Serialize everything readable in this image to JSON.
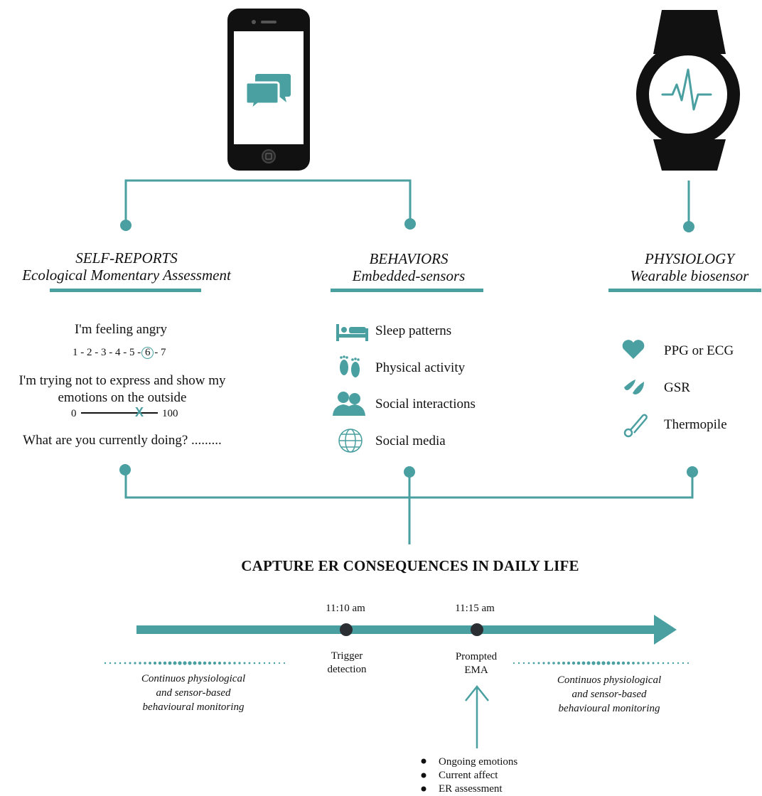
{
  "colors": {
    "teal": "#4a9fa0",
    "dark": "#111111",
    "screen": "#ffffff"
  },
  "devices": {
    "phone_icon": "chat-bubbles-icon",
    "watch_icon": "heartbeat-icon"
  },
  "columns": {
    "self_reports": {
      "title": "SELF-REPORTS",
      "subtitle": "Ecological Momentary Assessment",
      "q1": "I'm feeling angry",
      "scale": [
        "1 - 2 - 3 - 4 - 5 -",
        "6",
        "- 7"
      ],
      "q2_line1": "I'm trying not to express and show my",
      "q2_line2": "emotions on the outside",
      "slider_min": "0",
      "slider_max": "100",
      "slider_mark": "X",
      "q3": "What are you currently doing? ........."
    },
    "behaviors": {
      "title": "BEHAVIORS",
      "subtitle": "Embedded-sensors",
      "items": [
        {
          "label": "Sleep patterns",
          "icon": "bed-icon"
        },
        {
          "label": "Physical activity",
          "icon": "footprints-icon"
        },
        {
          "label": "Social interactions",
          "icon": "people-icon"
        },
        {
          "label": "Social media",
          "icon": "globe-icon"
        }
      ]
    },
    "physiology": {
      "title": "PHYSIOLOGY",
      "subtitle": "Wearable biosensor",
      "items": [
        {
          "label": "PPG or ECG",
          "icon": "heart-icon"
        },
        {
          "label": "GSR",
          "icon": "drops-icon"
        },
        {
          "label": "Thermopile",
          "icon": "thermometer-icon"
        }
      ]
    }
  },
  "main_title": "CAPTURE ER CONSEQUENCES IN DAILY LIFE",
  "timeline": {
    "events": [
      {
        "time": "11:10 am",
        "label_line1": "Trigger",
        "label_line2": "detection"
      },
      {
        "time": "11:15 am",
        "label_line1": "Prompted",
        "label_line2": "EMA"
      }
    ],
    "left_note": [
      "Continuos physiological",
      "and sensor-based",
      "behavioural monitoring"
    ],
    "right_note": [
      "Continuos physiological",
      "and sensor-based",
      "behavioural monitoring"
    ],
    "ema_bullets": [
      "Ongoing emotions",
      "Current affect",
      "ER assessment"
    ]
  }
}
